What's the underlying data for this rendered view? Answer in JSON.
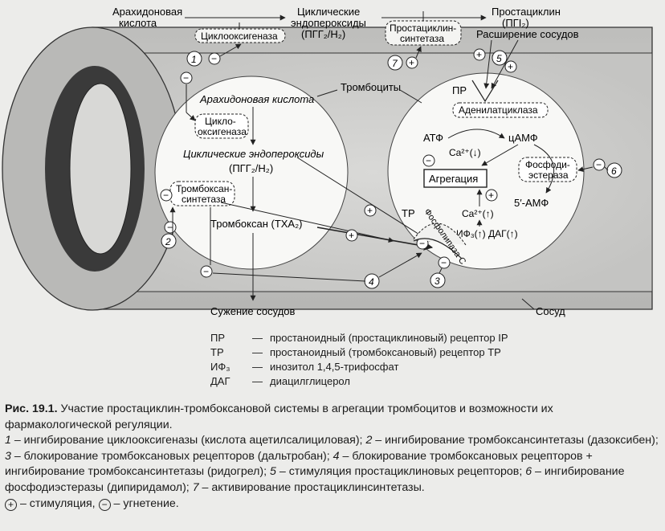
{
  "diagram": {
    "top": {
      "arachidonic_1": "Арахидоновая",
      "arachidonic_2": "кислота",
      "cyclic_1": "Циклические",
      "cyclic_2": "эндопероксиды",
      "cyclic_3": "(ПГГ₂/Н₂)",
      "cyclooxygenase": "Циклооксигеназа",
      "prostacyclin": "Простациклин",
      "prostacyclin_pgi": "(ПГІ₂)",
      "prostacyclin_synthetase_1": "Простациклин-",
      "prostacyclin_synthetase_2": "синтетаза",
      "vasodilation": "Расширение сосудов"
    },
    "left_platelet": {
      "arachidonic": "Арахидоновая кислота",
      "cyclooxygenase_1": "Цикло-",
      "cyclooxygenase_2": "оксигеназа",
      "endoperoxides_1": "Циклические эндопероксиды",
      "endoperoxides_2": "(ПГГ₂/Н₂)",
      "tx_synthetase_1": "Тромбоксан-",
      "tx_synthetase_2": "синтетаза",
      "thromboxane": "Тромбоксан (ТХА₂)"
    },
    "right_platelet": {
      "pr": "ПР",
      "adenylate_cyclase": "Аденилатциклаза",
      "atp": "АТФ",
      "camp": "цАМФ",
      "ca_down": "Ca²⁺(↓)",
      "aggregation": "Агрегация",
      "pde_1": "Фосфоди-",
      "pde_2": "эстераза",
      "amp": "5′-АМФ",
      "tr": "ТР",
      "phospholipase": "Фосфолипаза C",
      "ca_up": "Ca²⁺(↑)",
      "ip3_dag": "ИФ₃(↑) ДАГ(↑)"
    },
    "labels": {
      "platelets": "Тромбоциты",
      "vasoconstriction": "Сужение сосудов",
      "vessel": "Сосуд"
    },
    "numbers": [
      "1",
      "2",
      "3",
      "4",
      "5",
      "6",
      "7"
    ],
    "plus": "+",
    "minus": "−"
  },
  "legend": [
    {
      "abbr": "ПР",
      "dash": "—",
      "text": "простаноидный (простациклиновый) рецептор IP"
    },
    {
      "abbr": "ТР",
      "dash": "—",
      "text": "простаноидный (тромбоксановый) рецептор ТР"
    },
    {
      "abbr": "ИФ₃",
      "dash": "—",
      "text": "инозитол 1,4,5-трифосфат"
    },
    {
      "abbr": "ДАГ",
      "dash": "—",
      "text": "диацилглицерол"
    }
  ],
  "caption": {
    "fig_label": "Рис. 19.1.",
    "title_text": " Участие простациклин-тромбоксановой системы в агрегации тромбоцитов и возможности их фармакологической регуляции.",
    "item1_num": "1",
    "item1_text": " – ингибирование циклооксигеназы (кислота ацетилсалициловая); ",
    "item2_num": "2",
    "item2_text": " – ингибирование тромбоксансинтетазы (дазоксибен); ",
    "item3_num": "3",
    "item3_text": " – блокирование тромбоксановых рецепторов (дальтробан); ",
    "item4_num": "4",
    "item4_text": " – блокирование тромбоксановых рецепторов + ингибирование тромбоксансинтетазы (ридогрел); ",
    "item5_num": "5",
    "item5_text": " – стимуляция простациклиновых рецепторов; ",
    "item6_num": "6",
    "item6_text": " – ингибирование фосфодиэстеразы (дипиридамол); ",
    "item7_num": "7",
    "item7_text": " – активирование простациклинсинтетазы.",
    "plus_sym": "+",
    "plus_text": " – стимуляция, ",
    "minus_sym": "−",
    "minus_text": " – угнетение."
  }
}
